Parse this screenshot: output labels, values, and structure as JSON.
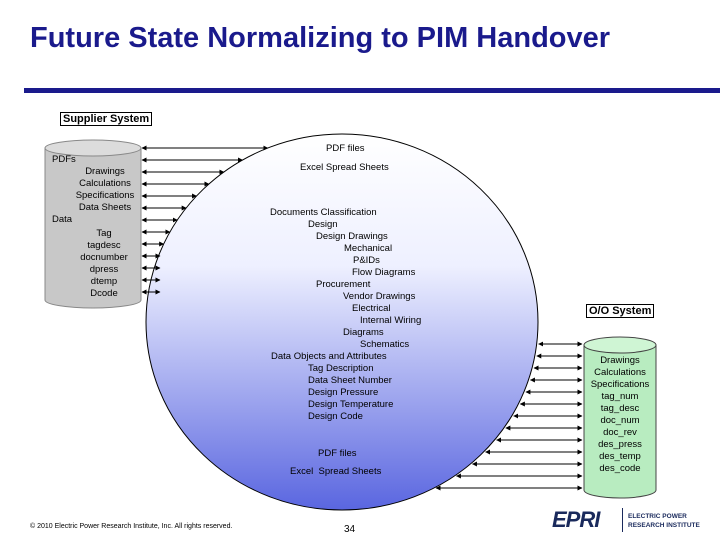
{
  "title": "Future State Normalizing to PIM Handover",
  "supplier": {
    "label": "Supplier System",
    "groups": [
      {
        "heading": "PDFs",
        "items": [
          "Drawings",
          "Calculations",
          "Specifications",
          "Data Sheets"
        ]
      },
      {
        "heading": "Data",
        "items": [
          "Tag",
          "tagdesc",
          "docnumber",
          "dpress",
          "dtemp",
          "Dcode"
        ]
      }
    ]
  },
  "oo_system": {
    "label": "O/O System",
    "items": [
      "Drawings",
      "Calculations",
      "Specifications",
      "tag_num",
      "tag_desc",
      "doc_num",
      "doc_rev",
      "des_press",
      "des_temp",
      "des_code"
    ]
  },
  "ellipse": {
    "top_labels": [
      "PDF files",
      "Excel Spread Sheets"
    ],
    "lines": [
      "Documents Classification",
      "Design",
      "Design Drawings",
      "Mechanical",
      "P&IDs",
      "Flow Diagrams",
      "Procurement",
      "Vendor Drawings",
      "Electrical",
      "Internal Wiring",
      "Diagrams",
      "Schematics",
      "Data Objects and Attributes",
      "Tag Description",
      "Data Sheet Number",
      "Design Pressure",
      "Design Temperature",
      "Design Code"
    ],
    "bottom_labels": [
      "PDF files",
      "Excel  Spread Sheets"
    ]
  },
  "colors": {
    "title": "#1a1a8c",
    "supplier_cylinder": "#c8c8c8",
    "oo_cylinder": "#b8ecc0",
    "ellipse_top": "#ffffff",
    "ellipse_bottom": "#5a66e0"
  },
  "footer": "© 2010 Electric Power Research Institute, Inc. All rights reserved.",
  "page_number": "34",
  "logo": {
    "mark": "EPRI",
    "text_line1": "ELECTRIC POWER",
    "text_line2": "RESEARCH INSTITUTE"
  }
}
